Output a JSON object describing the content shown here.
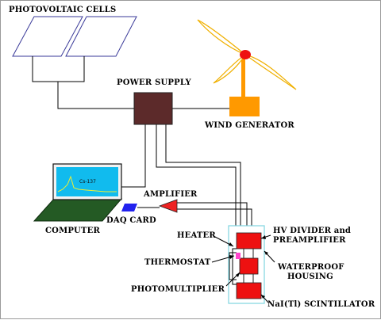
{
  "labels": {
    "photovoltaic": "PHOTOVOLTAIC CELLS",
    "power_supply": "POWER SUPPLY",
    "wind_generator": "WIND GENERATOR",
    "computer": "COMPUTER",
    "daq_card": "DAQ CARD",
    "amplifier": "AMPLIFIER",
    "heater": "HEATER",
    "thermostat": "THERMOSTAT",
    "photomultiplier": "PHOTOMULTIPLIER",
    "hv_divider_line1": "HV DIVIDER and",
    "hv_divider_line2": "PREAMPLIFIER",
    "waterproof_line1": "WATERPROOF",
    "waterproof_line2": "HOUSING",
    "scintillator": "NaI(Tl) SCINTILLATOR"
  },
  "screen": {
    "text": "Cs-137"
  },
  "colors": {
    "power_supply": "#5c2a2a",
    "wind_base": "#ff9900",
    "wind_hub": "#ee1111",
    "blade_outline": "#f0b000",
    "detector_red": "#ee1111",
    "thermostat": "#ff44cc",
    "amplifier": "#ee2222",
    "daq_card": "#2222ee",
    "laptop_body": "#245a24",
    "laptop_screen": "#11bbee",
    "panel_outline": "#3a3a99",
    "housing_outline": "#7fd4e0"
  },
  "icons": {
    "solar_panels": "solar-panel-icon",
    "power_box": "power-supply-icon",
    "wind_turbine": "wind-turbine-icon",
    "laptop": "laptop-icon",
    "amplifier": "amplifier-triangle-icon",
    "daq": "daq-card-icon"
  }
}
